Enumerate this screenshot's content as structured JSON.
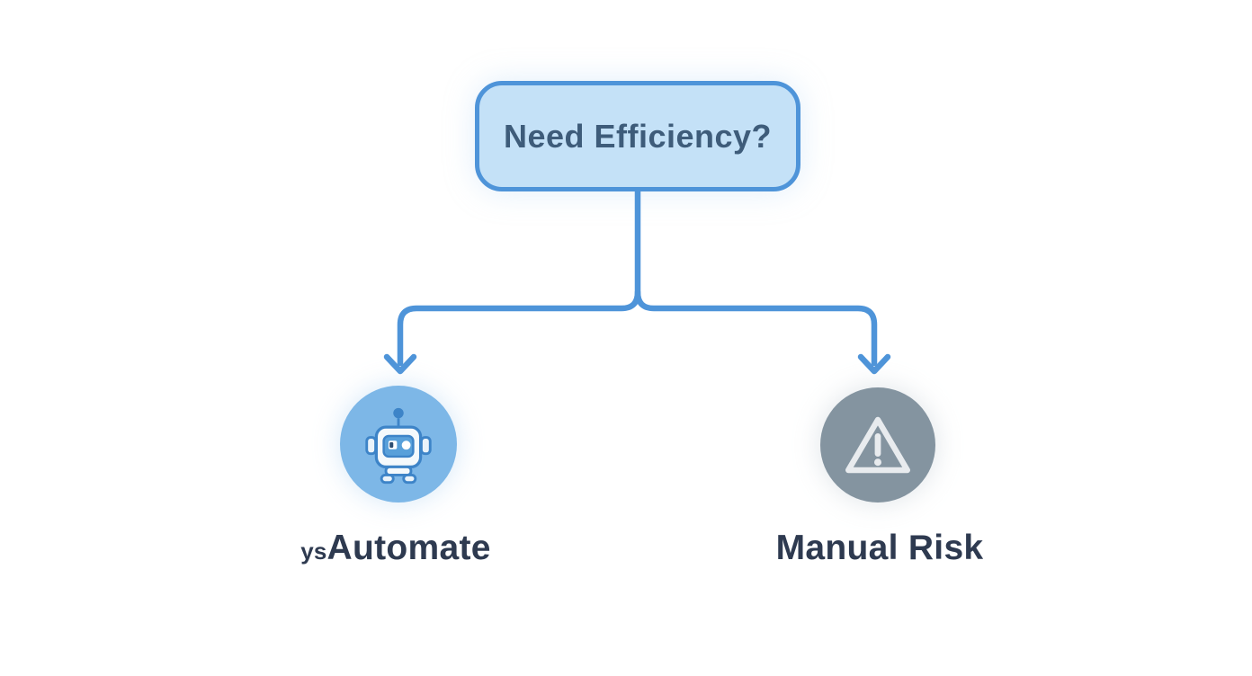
{
  "diagram": {
    "decision_node": {
      "label": "Need Efficiency?"
    },
    "branch_left": {
      "label_prefix": "ys",
      "label_main": "Automate",
      "icon": "robot-icon"
    },
    "branch_right": {
      "label_main": "Manual Risk",
      "icon": "warning-icon"
    },
    "colors": {
      "background": "#ffffff",
      "connector_blue": "#4e94d9",
      "decision_fill": "#c4e1f7",
      "decision_border": "#4e94d9",
      "decision_text": "#3e5c7a",
      "automate_circle": "#7db7e7",
      "risk_circle": "#8494a0",
      "icon_outline_blue": "#3d84c8",
      "icon_screen_blue": "#58a0da",
      "warning_glyph": "#e8ebee",
      "label_text": "#2e3a50"
    }
  }
}
